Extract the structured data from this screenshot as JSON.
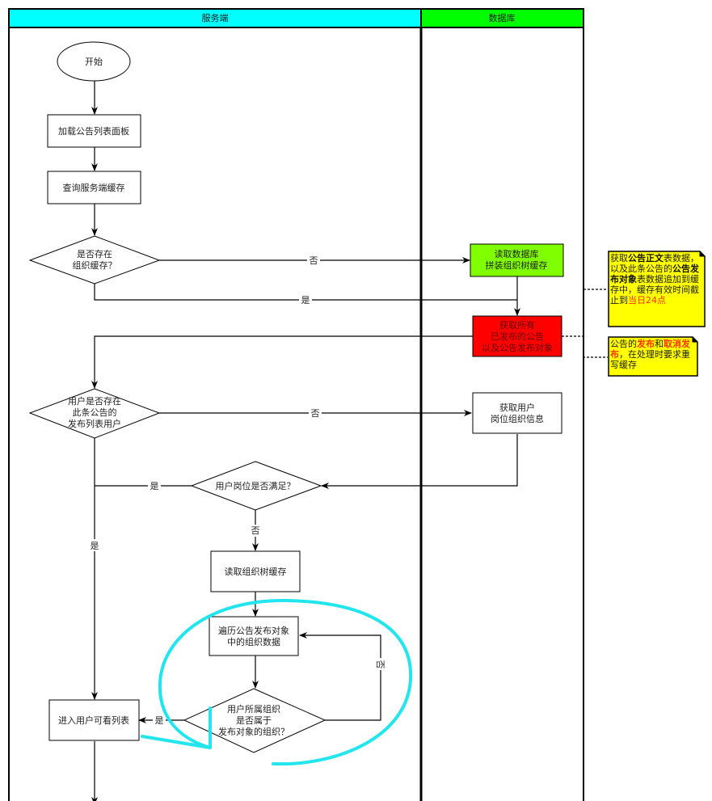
{
  "pool": {
    "lanes": [
      {
        "title": "服务端",
        "color": "#00ffff"
      },
      {
        "title": "数据库",
        "color": "#00ff00"
      }
    ]
  },
  "nodes": {
    "start": {
      "label": "开始",
      "shape": "ellipse"
    },
    "load_panel": {
      "label": "加载公告列表面板",
      "shape": "rect"
    },
    "query_cache": {
      "label": "查询服务端缓存",
      "shape": "rect"
    },
    "has_org_cache": {
      "lines": [
        "是否存在",
        "组织缓存？"
      ],
      "shape": "diamond"
    },
    "read_db_build": {
      "lines": [
        "读取数据库",
        "拼装组织树缓存"
      ],
      "shape": "rect",
      "fill": "#7fff00"
    },
    "get_published": {
      "lines": [
        "获取所有",
        "已发布的公告",
        "以及公告发布对象"
      ],
      "shape": "rect",
      "fill": "#ff0000"
    },
    "user_in_list": {
      "lines": [
        "用户是否存在",
        "此条公告的",
        "发布列表用户"
      ],
      "shape": "diamond"
    },
    "get_user_post": {
      "lines": [
        "获取用户",
        "岗位组织信息"
      ],
      "shape": "rect"
    },
    "post_satisfied": {
      "label": "用户岗位是否满足？",
      "shape": "diamond"
    },
    "read_org_tree": {
      "label": "读取组织树缓存",
      "shape": "rect"
    },
    "traverse_orgs": {
      "lines": [
        "遍历公告发布对象",
        "中的组织数据"
      ],
      "shape": "rect"
    },
    "org_belongs": {
      "lines": [
        "用户所属组织",
        "是否属于",
        "发布对象的组织？"
      ],
      "shape": "diamond"
    },
    "enter_list": {
      "label": "进入用户可看列表",
      "shape": "rect"
    }
  },
  "edge_labels": {
    "no": "否",
    "yes": "是"
  },
  "notes": [
    {
      "segments": [
        {
          "text": "获取",
          "style": "normal"
        },
        {
          "text": "公告正文",
          "style": "bold"
        },
        {
          "text": "表数据，以及此条公告的",
          "style": "normal"
        },
        {
          "text": "公告发布对象",
          "style": "bold"
        },
        {
          "text": "表数据追加到缓存中，缓存有效时间截止到",
          "style": "normal"
        },
        {
          "text": "当日24点",
          "style": "red"
        }
      ],
      "lines_text": [
        "获取公告正文表数",
        "据，以及此条公告的",
        "公告发布对象表数据",
        "追加到缓存中，",
        "缓存有效时间截止到",
        "当日24点"
      ],
      "fill": "#ffff00"
    },
    {
      "segments": [
        {
          "text": "公告的",
          "style": "normal"
        },
        {
          "text": "发布",
          "style": "redbold"
        },
        {
          "text": "和",
          "style": "normal"
        },
        {
          "text": "取消发布",
          "style": "redbold"
        },
        {
          "text": "，在处理时要求重写缓存",
          "style": "normal"
        }
      ],
      "lines_text": [
        "公告的发布和取消",
        "发布，在处理时要",
        "求重写缓存"
      ],
      "fill": "#ffff00"
    }
  ],
  "annotation": {
    "color": "#22e5ee",
    "type": "hand-drawn-loop-highlight"
  }
}
